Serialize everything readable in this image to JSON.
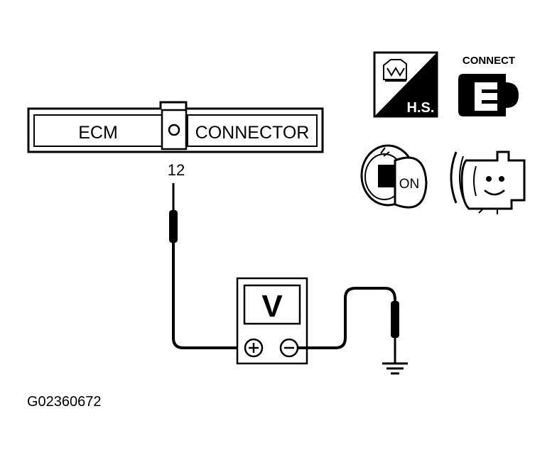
{
  "ecm_connector": {
    "left_label": "ECM",
    "right_label": "CONNECTOR",
    "terminal": "12"
  },
  "voltmeter": {
    "display": "V"
  },
  "icons": {
    "hs_label": "H.S.",
    "connect_label": "CONNECT",
    "key_label": "ON"
  },
  "figure_id": "G02360672",
  "colors": {
    "ink": "#000000",
    "paper": "#ffffff"
  }
}
